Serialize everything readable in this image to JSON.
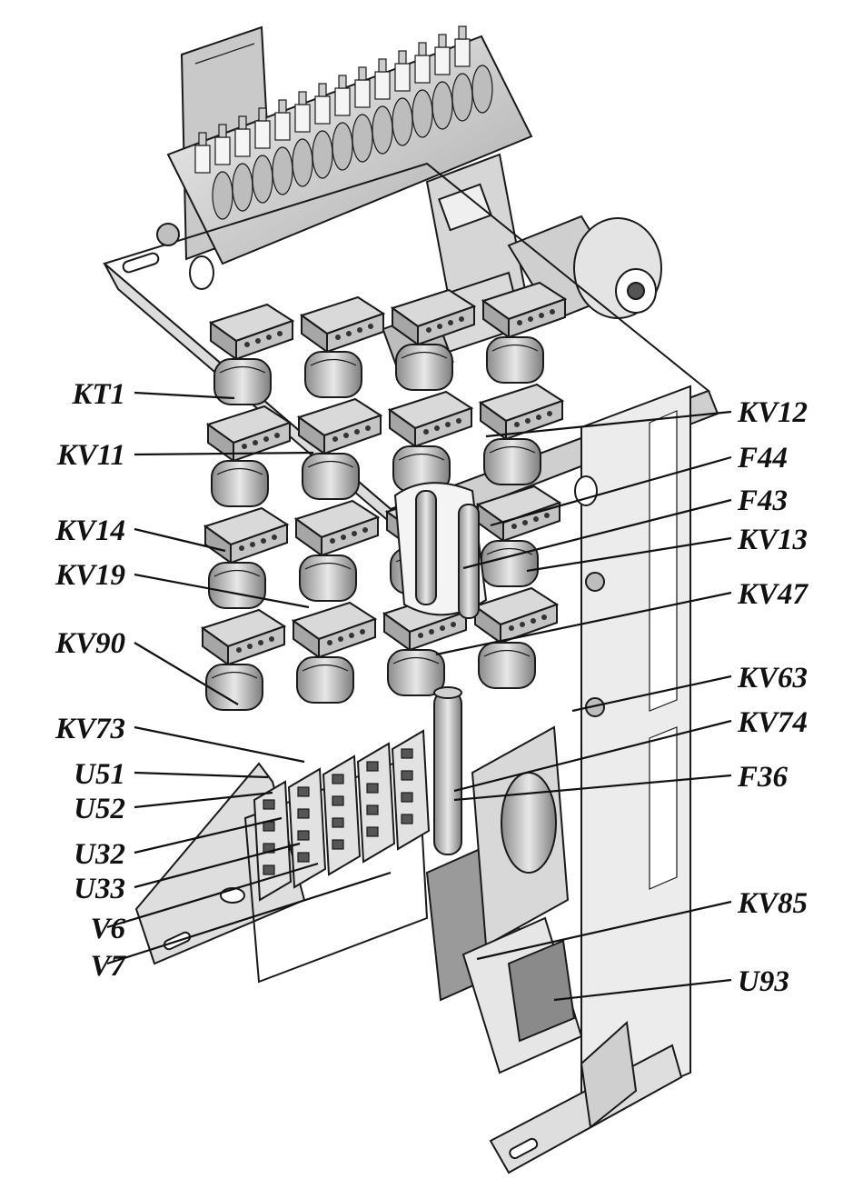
{
  "labels_left": [
    {
      "id": "kt1",
      "text": "KT1"
    },
    {
      "id": "kv11",
      "text": "KV11"
    },
    {
      "id": "kv14",
      "text": "KV14"
    },
    {
      "id": "kv19",
      "text": "KV19"
    },
    {
      "id": "kv90",
      "text": "KV90"
    },
    {
      "id": "kv73",
      "text": "KV73"
    },
    {
      "id": "u51",
      "text": "U51"
    },
    {
      "id": "u52",
      "text": "U52"
    },
    {
      "id": "u32",
      "text": "U32"
    },
    {
      "id": "u33",
      "text": "U33"
    },
    {
      "id": "v6",
      "text": "V6"
    },
    {
      "id": "v7",
      "text": "V7"
    }
  ],
  "labels_right": [
    {
      "id": "kv12",
      "text": "KV12"
    },
    {
      "id": "f44",
      "text": "F44"
    },
    {
      "id": "f43",
      "text": "F43"
    },
    {
      "id": "kv13",
      "text": "KV13"
    },
    {
      "id": "kv47",
      "text": "KV47"
    },
    {
      "id": "kv63",
      "text": "KV63"
    },
    {
      "id": "kv74",
      "text": "KV74"
    },
    {
      "id": "f36",
      "text": "F36"
    },
    {
      "id": "kv85",
      "text": "KV85"
    },
    {
      "id": "u93",
      "text": "U93"
    }
  ],
  "colors": {
    "ink": "#111111",
    "metal_light": "#e6e6e6",
    "metal_mid": "#bdbdbd",
    "metal_dark": "#7a7a7a",
    "paper": "#ffffff"
  }
}
